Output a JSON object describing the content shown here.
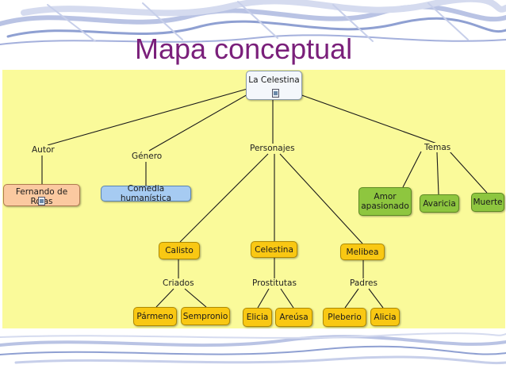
{
  "slide": {
    "title": "Mapa conceptual"
  },
  "concept_map": {
    "root": "La Celestina",
    "link_labels": {
      "autor": "Autor",
      "genero": "Género",
      "personajes": "Personajes",
      "temas": "Temas",
      "criados": "Criados",
      "prostitutas": "Prostitutas",
      "padres": "Padres"
    },
    "nodes": {
      "fernando": "Fernando de Rojas",
      "comedia": "Comedia humanística",
      "amor": "Amor apasionado",
      "avaricia": "Avaricia",
      "muerte": "Muerte",
      "calisto": "Calisto",
      "celestina": "Celestina",
      "melibea": "Melibea",
      "parmeno": "Pármeno",
      "sempronio": "Sempronio",
      "elicia": "Elicia",
      "areusa": "Areúsa",
      "pleberio": "Pleberio",
      "alicia": "Alicia"
    },
    "colors": {
      "background": "#fafa9a",
      "author_node": "#fbc9a0",
      "genre_node": "#a6cbf2",
      "theme_nodes": "#8ec63f",
      "character_nodes": "#f9c813",
      "title": "#7a1f7a"
    }
  }
}
